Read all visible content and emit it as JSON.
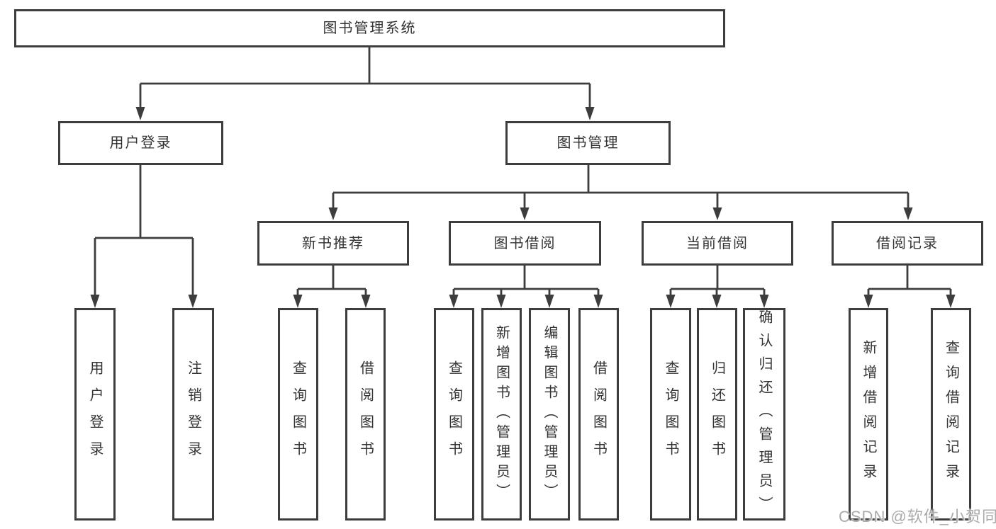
{
  "diagram": {
    "type": "hierarchy-tree",
    "title": "图书管理系统",
    "colors": {
      "line": "#3d3d3d",
      "box_border": "#3d3d3d",
      "text": "#333333",
      "background": "#ffffff",
      "watermark": "#ababab"
    },
    "watermark": "CSDN @软件_小贺同学"
  },
  "nodes": {
    "root": {
      "label": "图书管理系统"
    },
    "user_login": {
      "label": "用户登录"
    },
    "book_mgmt": {
      "label": "图书管理"
    },
    "new_book_rec": {
      "label": "新书推荐"
    },
    "book_borrow": {
      "label": "图书借阅"
    },
    "current_borrow": {
      "label": "当前借阅"
    },
    "borrow_records": {
      "label": "借阅记录"
    },
    "leaf_user_login": {
      "label": "用户登录"
    },
    "leaf_logout": {
      "label": "注销登录"
    },
    "leaf_query_book_1": {
      "label": "查询图书"
    },
    "leaf_borrow_book_1": {
      "label": "借阅图书"
    },
    "leaf_query_book_2": {
      "label": "查询图书"
    },
    "leaf_add_book": {
      "label": "新增图书（管理员）"
    },
    "leaf_edit_book": {
      "label": "编辑图书（管理员）"
    },
    "leaf_borrow_book_2": {
      "label": "借阅图书"
    },
    "leaf_query_book_3": {
      "label": "查询图书"
    },
    "leaf_return_book": {
      "label": "归还图书"
    },
    "leaf_confirm_return": {
      "label": "确认归还（管理员）"
    },
    "leaf_add_record": {
      "label": "新增借阅记录"
    },
    "leaf_query_record": {
      "label": "查询借阅记录"
    }
  },
  "hierarchy": {
    "root": [
      "user_login",
      "book_mgmt"
    ],
    "user_login": [
      "leaf_user_login",
      "leaf_logout"
    ],
    "book_mgmt": [
      "new_book_rec",
      "book_borrow",
      "current_borrow",
      "borrow_records"
    ],
    "new_book_rec": [
      "leaf_query_book_1",
      "leaf_borrow_book_1"
    ],
    "book_borrow": [
      "leaf_query_book_2",
      "leaf_add_book",
      "leaf_edit_book",
      "leaf_borrow_book_2"
    ],
    "current_borrow": [
      "leaf_query_book_3",
      "leaf_return_book",
      "leaf_confirm_return"
    ],
    "borrow_records": [
      "leaf_add_record",
      "leaf_query_record"
    ]
  }
}
